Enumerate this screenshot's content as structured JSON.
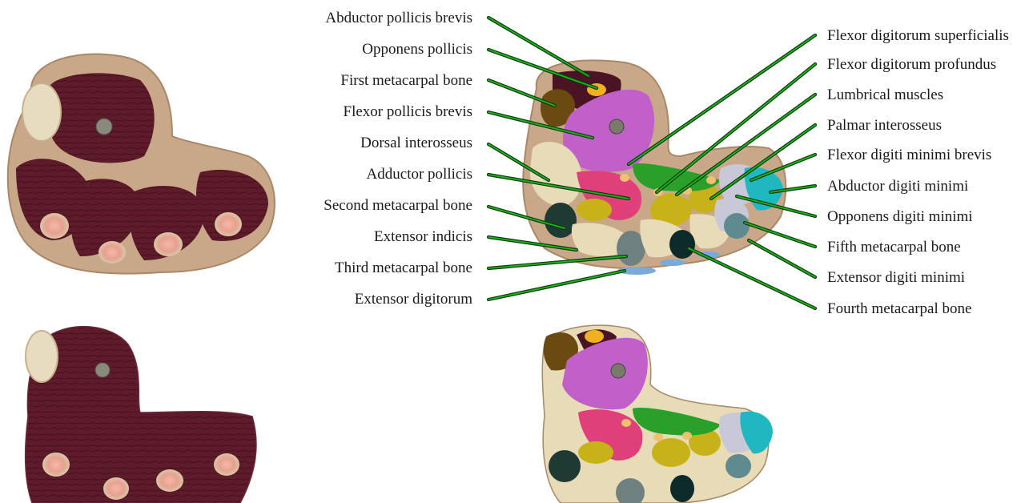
{
  "labels_left": [
    "Abductor pollicis brevis",
    "Opponens pollicis",
    "First metacarpal bone",
    "Flexor pollicis brevis",
    "Dorsal interosseus",
    "Adductor pollicis",
    "Second metacarpal bone",
    "Extensor indicis",
    "Third metacarpal bone",
    "Extensor digitorum"
  ],
  "labels_right": [
    "Flexor digitorum superficialis",
    "Flexor digitorum profundus",
    "Lumbrical muscles",
    "Palmar interosseus",
    "Flexor digiti minimi  brevis",
    "Abductor digiti minimi",
    "Opponens digiti minimi",
    "Fifth metacarpal bone",
    "Extensor digiti minimi",
    "Fourth metacarpal bone"
  ],
  "colors": {
    "abductor_pollicis_brevis": "#4a1424",
    "opponens_pollicis": "#f0b020",
    "first_metacarpal_bone": "#6a4a10",
    "flexor_pollicis_brevis": "#c060c8",
    "dorsal_interosseus": "#e8dcb8",
    "adductor_pollicis": "#e0407a",
    "second_metacarpal_bone": "#1f3a32",
    "extensor_indicis": "#e8dcb8",
    "third_metacarpal_bone": "#6f8080",
    "extensor_digitorum": "#7aaad8",
    "flexor_digitorum_superficialis": "#2aa02a",
    "flexor_digitorum_profundus": "#f0c070",
    "lumbrical_muscles": "#c8b21a",
    "palmar_interosseus": "#e8dcb8",
    "flexor_digiti_minimi_brevis": "#c8c8d8",
    "abductor_digiti_minimi": "#20b8c0",
    "opponens_digiti_minimi": "#c8c8d8",
    "fifth_metacarpal_bone": "#5e8a90",
    "fourth_metacarpal_bone": "#0c2a2a",
    "muscle_tissue": "#5a1a28",
    "skin_tissue": "#c8a888",
    "leader_line": "#1fb21f"
  }
}
